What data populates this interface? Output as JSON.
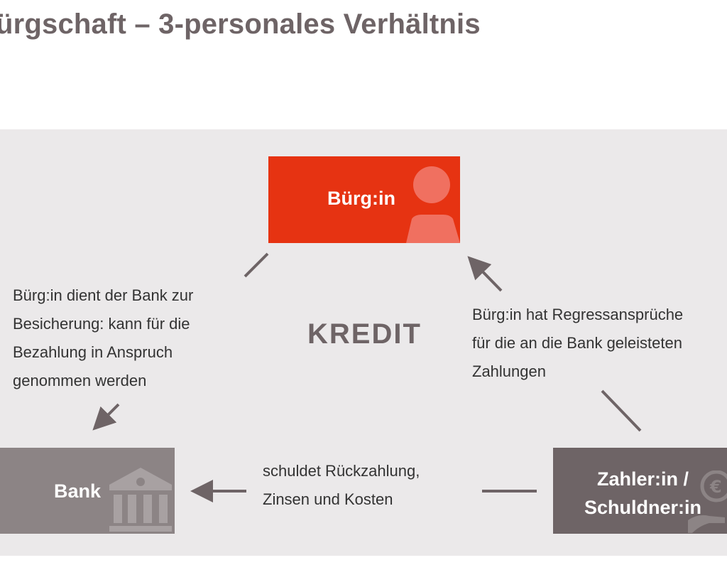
{
  "title": "ürgschaft – 3-personales Verhältnis",
  "center_label": "KREDIT",
  "nodes": {
    "buerge": {
      "label": "Bürg:in",
      "icon": "person-icon",
      "color": "#e63312"
    },
    "bank": {
      "label": "Bank",
      "icon": "bank-building-icon",
      "color": "#8c8485"
    },
    "zahler": {
      "label_line1": "Zahler:in /",
      "label_line2": "Schuldner:in",
      "icon": "money-hand-icon",
      "color": "#6e6466"
    }
  },
  "relations": {
    "buerge_to_bank": {
      "line1": "Bürg:in dient der Bank zur",
      "line2": "Besicherung: kann für die",
      "line3": "Bezahlung in Anspruch",
      "line4": "genommen werden"
    },
    "zahler_to_buerge": {
      "line1": "Bürg:in hat Regressansprüche",
      "line2": "für die an die Bank geleisteten",
      "line3": "Zahlungen"
    },
    "zahler_to_bank": {
      "line1": "schuldet Rückzahlung,",
      "line2": "Zinsen und Kosten"
    }
  },
  "colors": {
    "panel": "#ebe9ea",
    "arrow": "#6e6466",
    "title": "#6e6466"
  }
}
